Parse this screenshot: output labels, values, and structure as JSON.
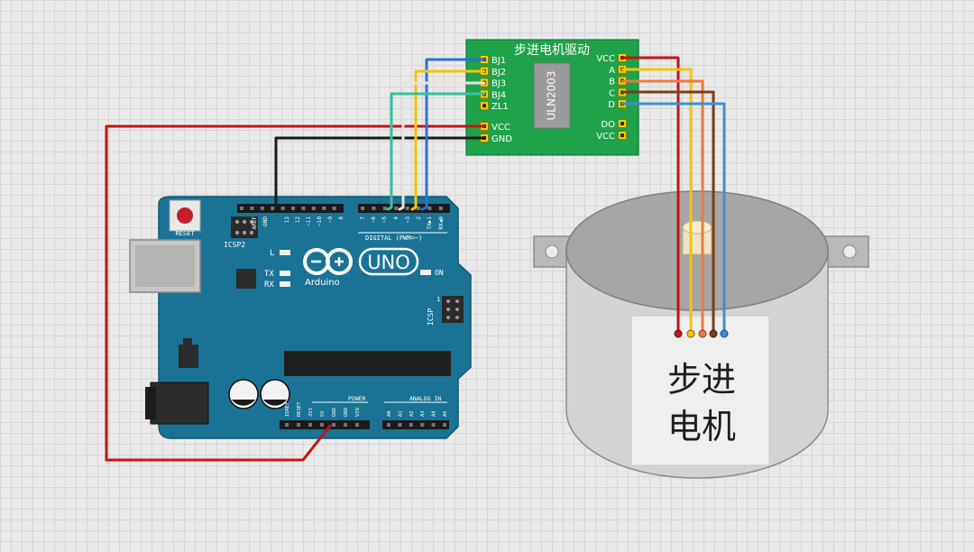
{
  "driver": {
    "title": "步进电机驱动",
    "chip": "ULN2003",
    "pins_left": [
      "BJ1",
      "BJ2",
      "BJ3",
      "BJ4",
      "ZL1"
    ],
    "power_pins": [
      "VCC",
      "GND"
    ],
    "pins_right": [
      "VCC",
      "A",
      "B",
      "C",
      "D"
    ],
    "pins_right2": [
      "DO",
      "VCC"
    ]
  },
  "arduino": {
    "reset": "RESET",
    "icsp2": "ICSP2",
    "aref": "AREF",
    "gnd": "GND",
    "digital_pins": [
      "13",
      "12",
      "~11",
      "~10",
      "~9",
      "8",
      "7",
      "~6",
      "~5",
      "4",
      "~3",
      "2",
      "TX▶1",
      "RX◀0"
    ],
    "digital_label": "DIGITAL (PWM=~)",
    "led_l": "L",
    "led_tx": "TX",
    "led_rx": "RX",
    "logo_text": "UNO",
    "brand": "Arduino",
    "on": "ON",
    "icsp": "ICSP",
    "icsp_num": "1",
    "power_label": "POWER",
    "power_pins": [
      "IOREF",
      "RESET",
      "3V3",
      "5V",
      "GND",
      "GND",
      "VIN"
    ],
    "analog_label": "ANALOG IN",
    "analog_pins": [
      "A0",
      "A1",
      "A2",
      "A3",
      "A4",
      "A5"
    ]
  },
  "motor": {
    "label_line1": "步进",
    "label_line2": "电机"
  },
  "colors": {
    "board_green": "#1fa24a",
    "arduino_teal": "#1a7394",
    "wire_red": "#c41414",
    "wire_black": "#1a1a1a",
    "wire_blue": "#2e6fd2",
    "wire_yellow": "#f2c40c",
    "wire_white": "#e4e4e4",
    "wire_teal": "#3bbfa3",
    "wire_orange": "#f07a3c",
    "wire_brown": "#7a3e1c",
    "wire_lightblue": "#3d8fd6"
  }
}
